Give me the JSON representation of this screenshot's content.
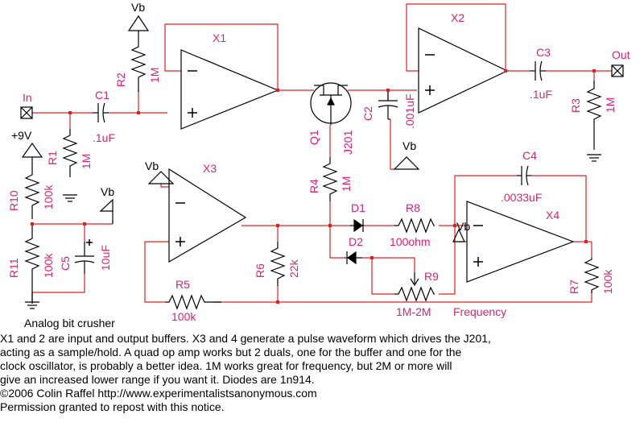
{
  "title": "Analog bit crusher",
  "ports": {
    "in": "In",
    "out": "Out",
    "supply": "+9V"
  },
  "vb": "Vb",
  "opamps": {
    "x1": "X1",
    "x2": "X2",
    "x3": "X3",
    "x4": "X4"
  },
  "components": {
    "c1": {
      "ref": "C1",
      "value": ".1uF"
    },
    "c2": {
      "ref": "C2",
      "value": ".001uF"
    },
    "c3": {
      "ref": "C3",
      "value": ".1uF"
    },
    "c4": {
      "ref": "C4",
      "value": ".0033uF"
    },
    "c5": {
      "ref": "C5",
      "value": "10uF"
    },
    "r1": {
      "ref": "R1",
      "value": "1M"
    },
    "r2": {
      "ref": "R2",
      "value": "1M"
    },
    "r3": {
      "ref": "R3",
      "value": "1M"
    },
    "r4": {
      "ref": "R4",
      "value": "1M"
    },
    "r5": {
      "ref": "R5",
      "value": "100k"
    },
    "r6": {
      "ref": "R6",
      "value": "22k"
    },
    "r7": {
      "ref": "R7",
      "value": "100k"
    },
    "r8": {
      "ref": "R8",
      "value": "100ohm"
    },
    "r9": {
      "ref": "R9",
      "value": "1M-2M",
      "note": "Frequency"
    },
    "r10": {
      "ref": "R10",
      "value": "100k"
    },
    "r11": {
      "ref": "R11",
      "value": "100k"
    },
    "q1": {
      "ref": "Q1",
      "value": "J201"
    },
    "d1": {
      "ref": "D1"
    },
    "d2": {
      "ref": "D2"
    }
  },
  "notes": [
    "X1 and 2 are input and output buffers.  X3 and 4 generate a pulse waveform which drives the J201,",
    "acting as a sample/hold.  A quad op amp works but 2 duals, one for the buffer and one for the",
    "clock oscillator, is probably a better idea.  1M works great for frequency, but 2M or more will",
    "give an increased lower range if you want it.  Diodes are 1n914.",
    "©2006  Colin Raffel http://www.experimentalistsanonymous.com",
    "Permission granted to repost with this notice."
  ]
}
